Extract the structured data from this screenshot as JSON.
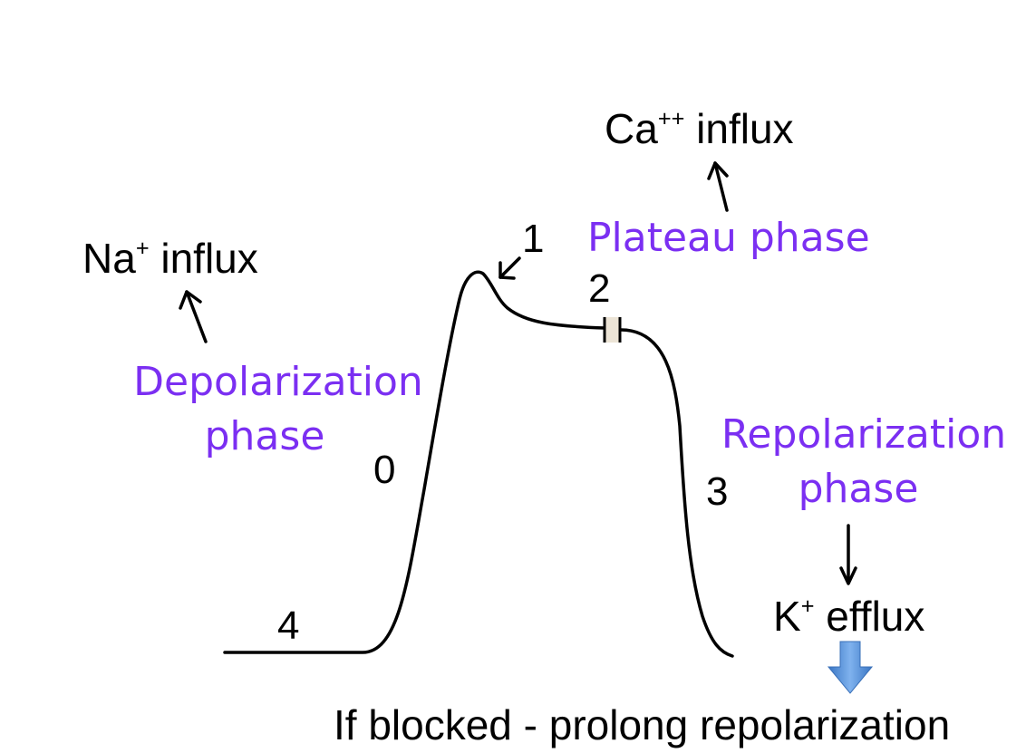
{
  "labels": {
    "na": {
      "ion": "Na",
      "charge": "+",
      "text": "influx"
    },
    "ca": {
      "ion": "Ca",
      "charge": "++",
      "text": "influx"
    },
    "k": {
      "ion": "K",
      "charge": "+",
      "text": "efflux"
    },
    "blocked": "If blocked - prolong repolarization"
  },
  "phases": {
    "depolarization": {
      "line1": "Depolarization",
      "line2": "phase"
    },
    "plateau": "Plateau phase",
    "repolarization": {
      "line1": "Repolarization",
      "line2": "phase"
    }
  },
  "phase_numbers": {
    "p0": "0",
    "p1": "1",
    "p2": "2",
    "p3": "3",
    "p4": "4"
  },
  "colors": {
    "phase_text": "#7b2ff2",
    "curve": "#000000",
    "down_arrow": "#4a8fd8"
  }
}
